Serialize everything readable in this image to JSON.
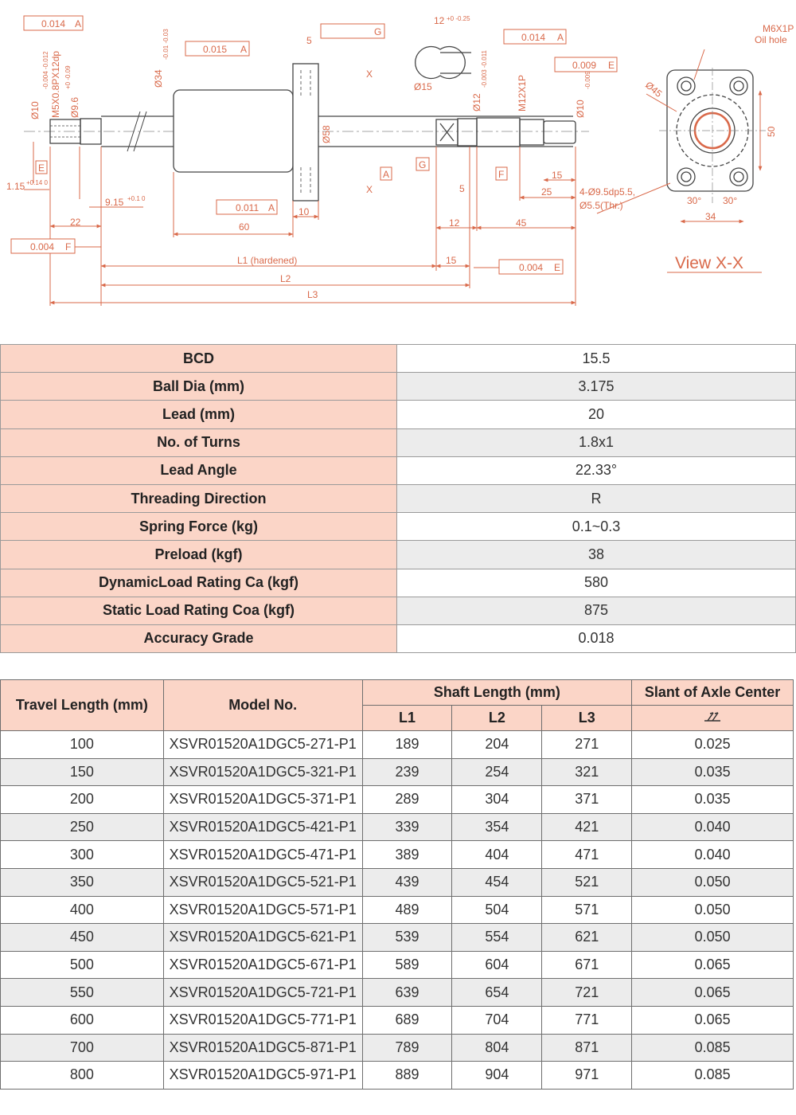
{
  "drawing": {
    "tol_box_left": "0.014",
    "tol_box_left_ref": "A",
    "thread_left": "M5X0.8PX12dp",
    "dia10_left": "Ø10",
    "dia10_left_tol": "-0.004 -0.012",
    "dia96": "Ø9.6",
    "dia96_tol": "+0 -0.09",
    "tol_box_nut": "0.015",
    "tol_box_nut_ref": "A",
    "dia34": "Ø34",
    "dia34_tol": "-0.01 -0.03",
    "dim5_top": "5",
    "x_label": "X",
    "dia58": "Ø58",
    "tol_box_g": "G",
    "dim12_top": "12",
    "dim12_tol": "+0 -0.25",
    "dia15": "Ø15",
    "dia12": "Ø12",
    "dia12_tol": "-0.003 -0.011",
    "tol_box_014_right": "0.014",
    "tol_box_014_right_ref": "A",
    "thread_m12": "M12X1P",
    "tol_box_009": "0.009",
    "tol_box_009_ref": "E",
    "dia10_right": "Ø10",
    "dia10_right_tol": "-0.009",
    "datum_e": "E",
    "datum_a": "A",
    "datum_g": "G",
    "datum_f": "F",
    "dim115": "1.15",
    "dim115_tol": "+0.14 0",
    "dim915": "9.15",
    "dim915_tol": "+0.1 0",
    "tol_box_011": "0.011",
    "tol_box_011_ref": "A",
    "dim10": "10",
    "dim22": "22",
    "dim60": "60",
    "dim5_mid": "5",
    "dim12_mid": "12",
    "dim45": "45",
    "dim15_right": "15",
    "dim25": "25",
    "holes_note_1": "4-Ø9.5dp5.5,",
    "holes_note_2": "Ø5.5(Thr.)",
    "tol_box_004_f": "0.004",
    "tol_box_004_f_ref": "F",
    "l1_label": "L1 (hardened)",
    "dim15_bottom": "15",
    "tol_box_004_e": "0.004",
    "tol_box_004_e_ref": "E",
    "l2_label": "L2",
    "l3_label": "L3",
    "oil_hole_1": "M6X1P",
    "oil_hole_2": "Oil hole",
    "dia45": "Ø45",
    "dim50": "50",
    "angle1": "30°",
    "angle2": "30°",
    "dim34": "34",
    "view_label": "View X-X"
  },
  "specs": [
    {
      "label": "BCD",
      "value": "15.5"
    },
    {
      "label": "Ball Dia (mm)",
      "value": "3.175"
    },
    {
      "label": "Lead (mm)",
      "value": "20"
    },
    {
      "label": "No. of Turns",
      "value": "1.8x1"
    },
    {
      "label": "Lead Angle",
      "value": "22.33°"
    },
    {
      "label": "Threading Direction",
      "value": "R"
    },
    {
      "label": "Spring Force (kg)",
      "value": "0.1~0.3"
    },
    {
      "label": "Preload (kgf)",
      "value": "38"
    },
    {
      "label": "DynamicLoad Rating Ca (kgf)",
      "value": "580"
    },
    {
      "label": "Static Load Rating Coa (kgf)",
      "value": "875"
    },
    {
      "label": "Accuracy Grade",
      "value": "0.018"
    }
  ],
  "models": {
    "headers": {
      "travel": "Travel Length (mm)",
      "model": "Model No.",
      "shaft": "Shaft Length (mm)",
      "l1": "L1",
      "l2": "L2",
      "l3": "L3",
      "slant": "Slant of Axle Center"
    },
    "rows": [
      {
        "travel": "100",
        "model": "XSVR01520A1DGC5-271-P1",
        "l1": "189",
        "l2": "204",
        "l3": "271",
        "slant": "0.025"
      },
      {
        "travel": "150",
        "model": "XSVR01520A1DGC5-321-P1",
        "l1": "239",
        "l2": "254",
        "l3": "321",
        "slant": "0.035"
      },
      {
        "travel": "200",
        "model": "XSVR01520A1DGC5-371-P1",
        "l1": "289",
        "l2": "304",
        "l3": "371",
        "slant": "0.035"
      },
      {
        "travel": "250",
        "model": "XSVR01520A1DGC5-421-P1",
        "l1": "339",
        "l2": "354",
        "l3": "421",
        "slant": "0.040"
      },
      {
        "travel": "300",
        "model": "XSVR01520A1DGC5-471-P1",
        "l1": "389",
        "l2": "404",
        "l3": "471",
        "slant": "0.040"
      },
      {
        "travel": "350",
        "model": "XSVR01520A1DGC5-521-P1",
        "l1": "439",
        "l2": "454",
        "l3": "521",
        "slant": "0.050"
      },
      {
        "travel": "400",
        "model": "XSVR01520A1DGC5-571-P1",
        "l1": "489",
        "l2": "504",
        "l3": "571",
        "slant": "0.050"
      },
      {
        "travel": "450",
        "model": "XSVR01520A1DGC5-621-P1",
        "l1": "539",
        "l2": "554",
        "l3": "621",
        "slant": "0.050"
      },
      {
        "travel": "500",
        "model": "XSVR01520A1DGC5-671-P1",
        "l1": "589",
        "l2": "604",
        "l3": "671",
        "slant": "0.065"
      },
      {
        "travel": "550",
        "model": "XSVR01520A1DGC5-721-P1",
        "l1": "639",
        "l2": "654",
        "l3": "721",
        "slant": "0.065"
      },
      {
        "travel": "600",
        "model": "XSVR01520A1DGC5-771-P1",
        "l1": "689",
        "l2": "704",
        "l3": "771",
        "slant": "0.065"
      },
      {
        "travel": "700",
        "model": "XSVR01520A1DGC5-871-P1",
        "l1": "789",
        "l2": "804",
        "l3": "871",
        "slant": "0.085"
      },
      {
        "travel": "800",
        "model": "XSVR01520A1DGC5-971-P1",
        "l1": "889",
        "l2": "904",
        "l3": "971",
        "slant": "0.085"
      }
    ]
  },
  "colors": {
    "dimension": "#d9694a",
    "outline": "#444444",
    "header_bg": "#fbd5c7"
  }
}
